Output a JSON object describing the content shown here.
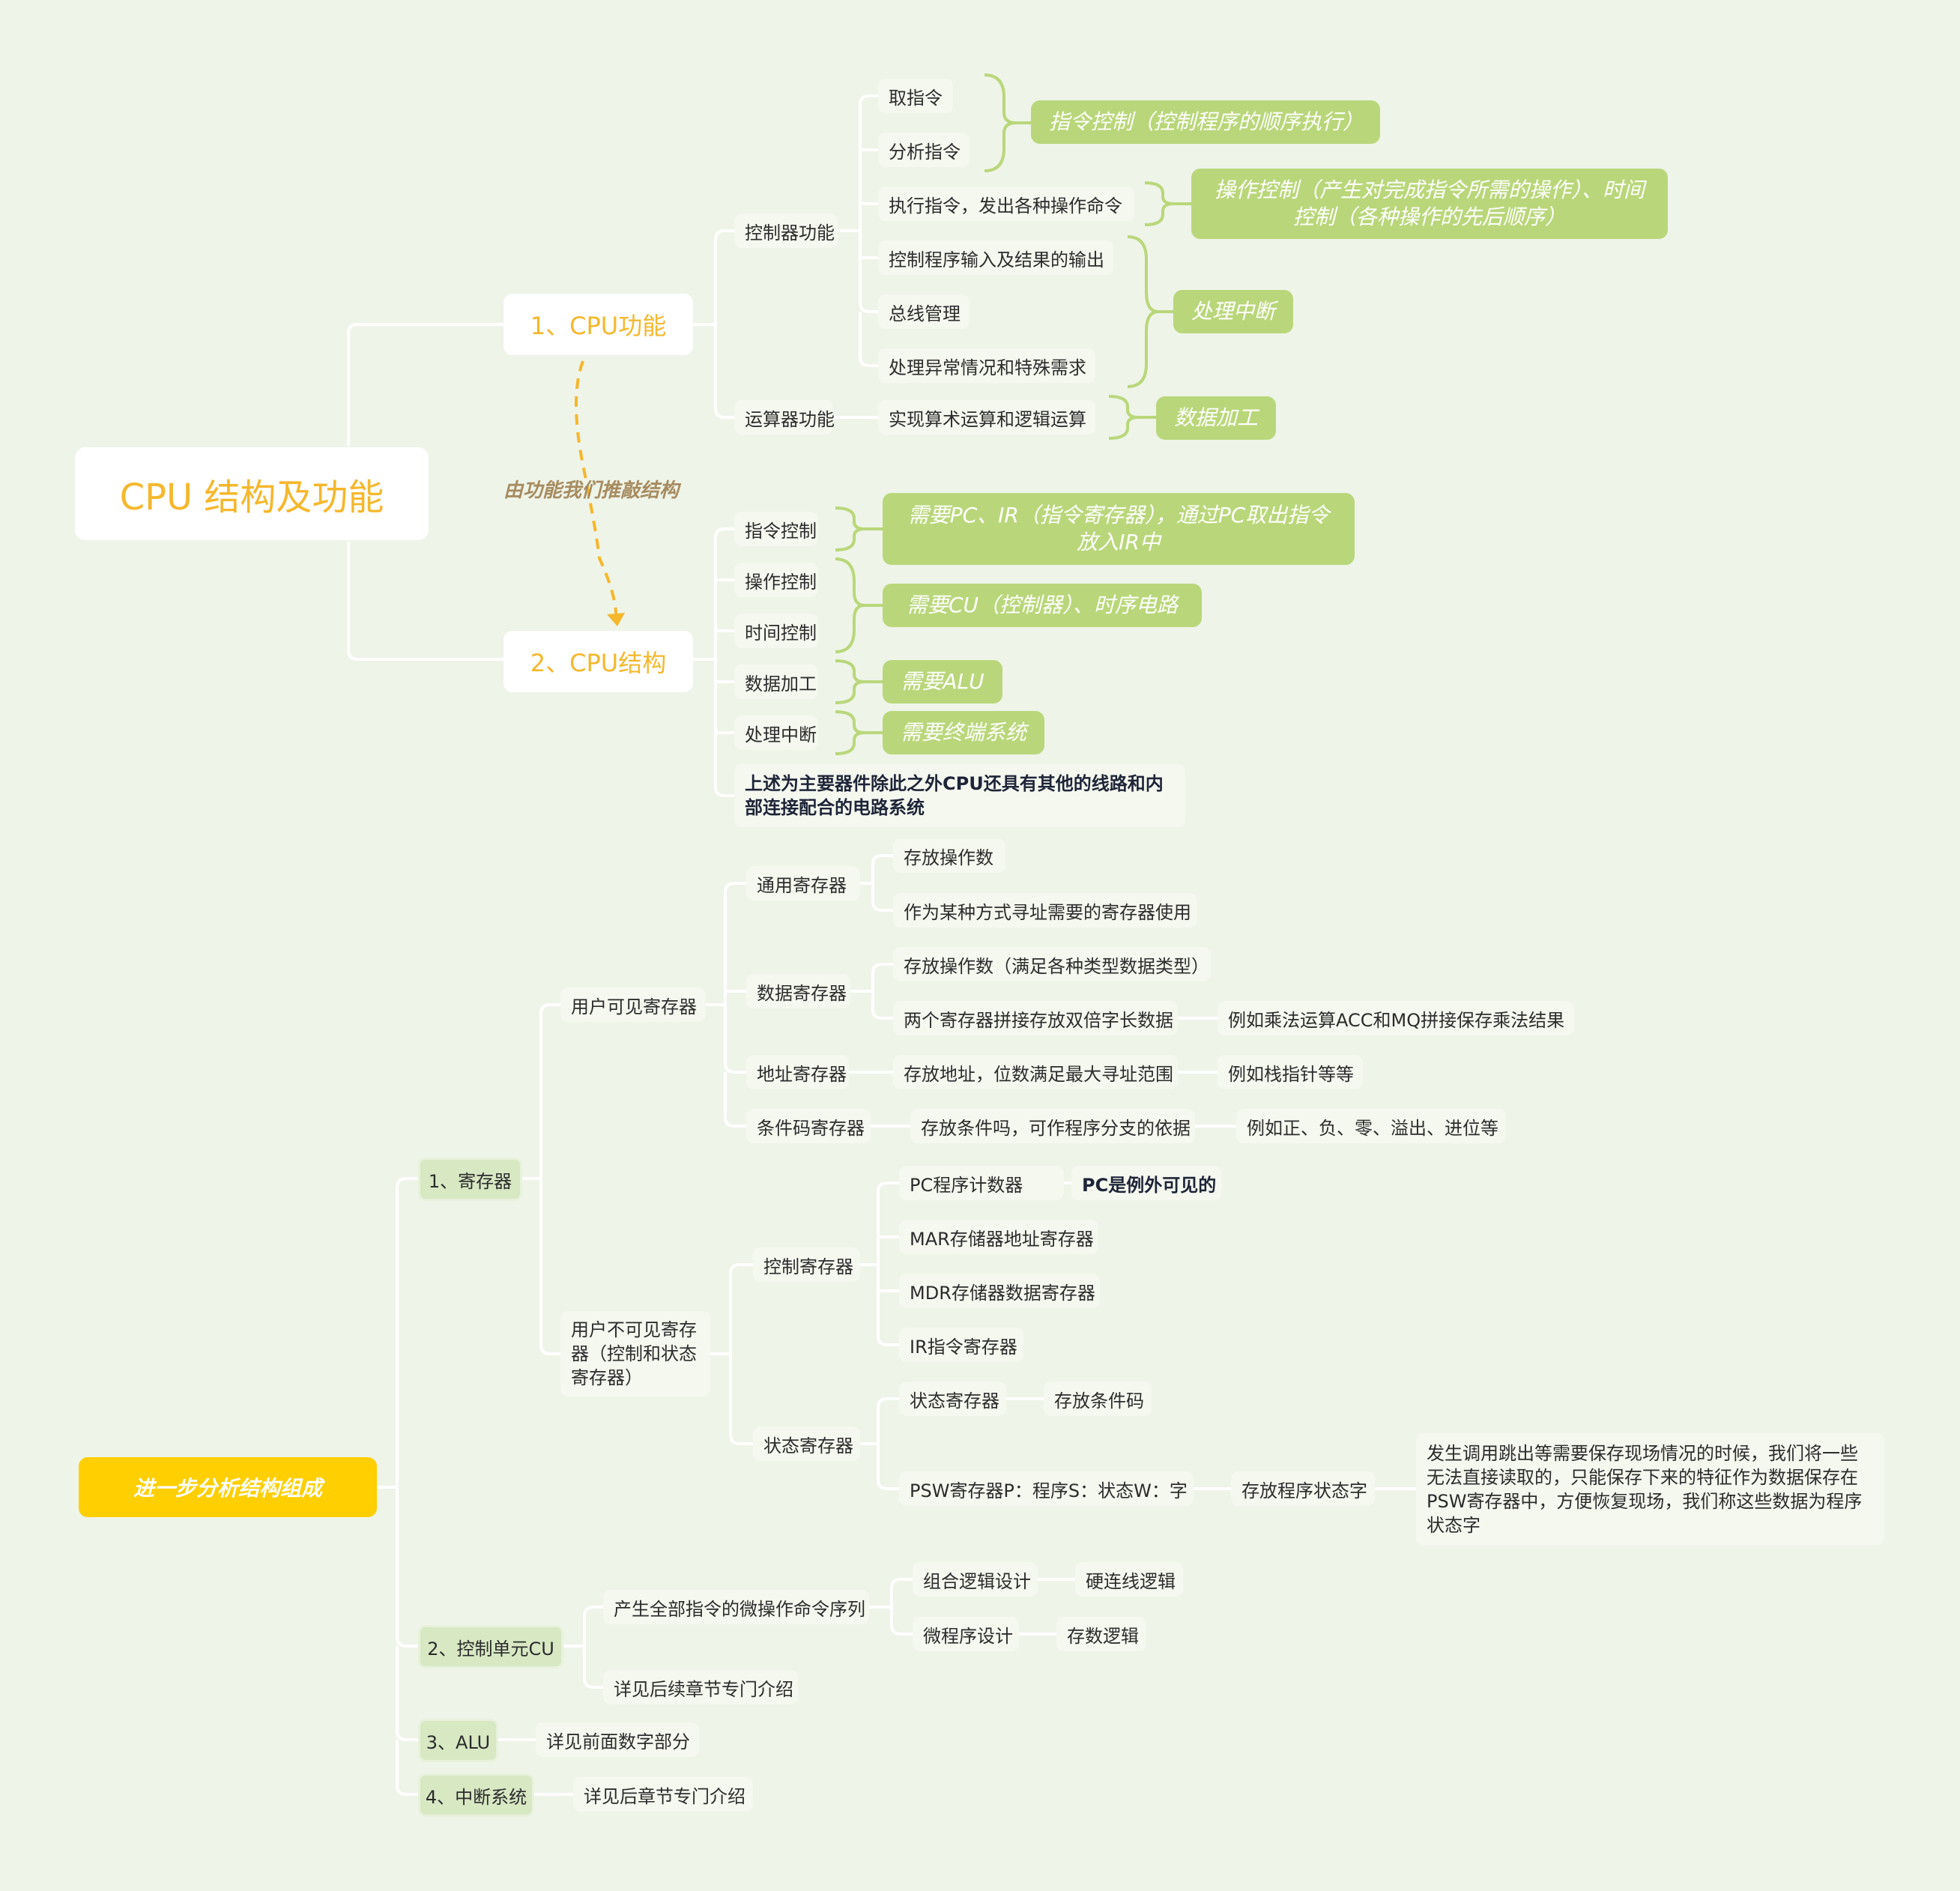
{
  "map1": {
    "root": "CPU 结构及功能",
    "function": {
      "title": "1、CPU功能",
      "controller": {
        "label": "控制器功能",
        "items": [
          "取指令",
          "分析指令",
          "执行指令，发出各种操作命令",
          "控制程序输入及结果的输出",
          "总线管理",
          "处理异常情况和特殊需求"
        ],
        "notes": [
          "指令控制（控制程序的顺序执行）",
          "操作控制（产生对完成指令所需的操作）、时间控制（各种操作的先后顺序）",
          "处理中断"
        ]
      },
      "alu": {
        "label": "运算器功能",
        "item": "实现算术运算和逻辑运算",
        "note": "数据加工"
      }
    },
    "link_label": "由功能我们推敲结构",
    "structure": {
      "title": "2、CPU结构",
      "items": [
        "指令控制",
        "操作控制",
        "时间控制",
        "数据加工",
        "处理中断"
      ],
      "notes": [
        "需要PC、IR（指令寄存器），通过PC取出指令放入IR中",
        "需要CU（控制器）、时序电路",
        "需要ALU",
        "需要终端系统"
      ],
      "summary": "上述为主要器件除此之外CPU还具有其他的线路和内部连接配合的电路系统"
    }
  },
  "map2": {
    "root": "进一步分析结构组成",
    "registers": {
      "label": "1、寄存器",
      "visible": {
        "label": "用户可见寄存器",
        "general": {
          "label": "通用寄存器",
          "items": [
            "存放操作数",
            "作为某种方式寻址需要的寄存器使用"
          ]
        },
        "data": {
          "label": "数据寄存器",
          "items": [
            "存放操作数（满足各种类型数据类型）",
            "两个寄存器拼接存放双倍字长数据"
          ],
          "example": "例如乘法运算ACC和MQ拼接保存乘法结果"
        },
        "address": {
          "label": "地址寄存器",
          "item": "存放地址，位数满足最大寻址范围",
          "example": "例如栈指针等等"
        },
        "condition": {
          "label": "条件码寄存器",
          "item": "存放条件吗，可作程序分支的依据",
          "example": "例如正、负、零、溢出、进位等"
        }
      },
      "invisible": {
        "label": "用户不可见寄存器（控制和状态寄存器）",
        "control": {
          "label": "控制寄存器",
          "items": [
            "PC程序计数器",
            "MAR存储器地址寄存器",
            "MDR存储器数据寄存器",
            "IR指令寄存器"
          ],
          "pc_note": "PC是例外可见的"
        },
        "status": {
          "label": "状态寄存器",
          "sr": {
            "label": "状态寄存器",
            "item": "存放条件码"
          },
          "psw": {
            "label": "PSW寄存器P：程序S：状态W：字",
            "item": "存放程序状态字",
            "note": "发生调用跳出等需要保存现场情况的时候，我们将一些无法直接读取的，只能保存下来的特征作为数据保存在PSW寄存器中，方便恢复现场，我们称这些数据为程序状态字"
          }
        }
      }
    },
    "cu": {
      "label": "2、控制单元CU",
      "micro": {
        "label": "产生全部指令的微操作命令序列",
        "comb": "组合逻辑设计",
        "comb_item": "硬连线逻辑",
        "mp": "微程序设计",
        "mp_item": "存数逻辑"
      },
      "detail": "详见后续章节专门介绍"
    },
    "alu": {
      "label": "3、ALU",
      "detail": "详见前面数字部分"
    },
    "interrupt": {
      "label": "4、中断系统",
      "detail": "详见后章节专门介绍"
    }
  },
  "colors": {
    "accent": "#f5b72c",
    "note_green": "#b9d77a",
    "root2_yellow": "#ffcf02",
    "bg": "#eef4e8"
  }
}
